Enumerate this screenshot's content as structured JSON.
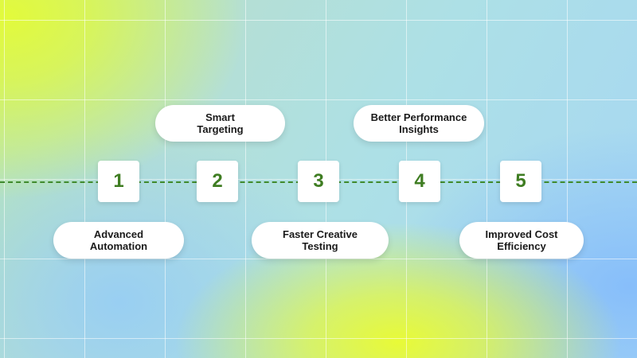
{
  "steps": [
    {
      "number": "1",
      "label_line1": "Advanced",
      "label_line2": "Automation"
    },
    {
      "number": "2",
      "label_line1": "Smart",
      "label_line2": "Targeting"
    },
    {
      "number": "3",
      "label_line1": "Faster Creative",
      "label_line2": "Testing"
    },
    {
      "number": "4",
      "label_line1": "Better Performance",
      "label_line2": "Insights"
    },
    {
      "number": "5",
      "label_line1": "Improved Cost",
      "label_line2": "Efficiency"
    }
  ],
  "colors": {
    "accent_green": "#3f7d22",
    "dashed_line": "#3f8a2c",
    "card": "#ffffff"
  }
}
